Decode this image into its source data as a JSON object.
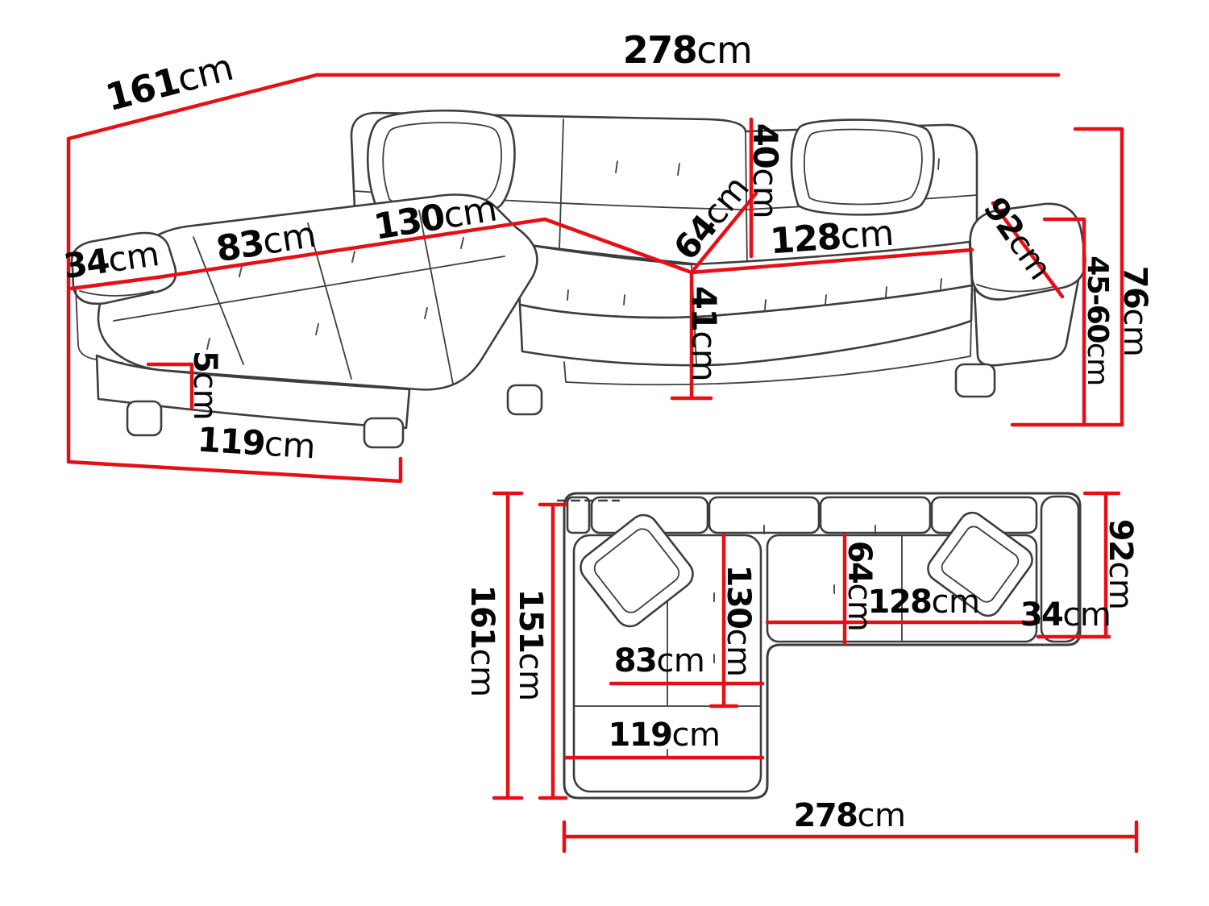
{
  "colors": {
    "dimension": "#e60f16",
    "outline": "#3d3d3d",
    "text": "#050505",
    "background": "#ffffff"
  },
  "perspective": {
    "total_width": {
      "num": "278",
      "unit": "cm"
    },
    "total_depth": {
      "num": "161",
      "unit": "cm"
    },
    "backrest_height": {
      "num": "40",
      "unit": "cm"
    },
    "seat_depth": {
      "num": "64",
      "unit": "cm"
    },
    "seat_width": {
      "num": "128",
      "unit": "cm"
    },
    "arm_side_depth": {
      "num": "92",
      "unit": "cm"
    },
    "total_height": {
      "num": "76",
      "unit": "cm"
    },
    "seat_height_range": {
      "num": "45-60",
      "unit": "cm"
    },
    "chaise_cushion_width": {
      "num": "83",
      "unit": "cm"
    },
    "chaise_length": {
      "num": "130",
      "unit": "cm"
    },
    "arm_width": {
      "num": "34",
      "unit": "cm"
    },
    "seat_height": {
      "num": "41",
      "unit": "cm"
    },
    "leg_height": {
      "num": "5",
      "unit": "cm"
    },
    "chaise_outer_width": {
      "num": "119",
      "unit": "cm"
    }
  },
  "plan": {
    "total_depth": {
      "num": "161",
      "unit": "cm"
    },
    "bed_depth": {
      "num": "151",
      "unit": "cm"
    },
    "chaise_length": {
      "num": "130",
      "unit": "cm"
    },
    "seat_depth": {
      "num": "64",
      "unit": "cm"
    },
    "seat_width": {
      "num": "128",
      "unit": "cm"
    },
    "arm_width": {
      "num": "34",
      "unit": "cm"
    },
    "side_depth": {
      "num": "92",
      "unit": "cm"
    },
    "chaise_cushion_width": {
      "num": "83",
      "unit": "cm"
    },
    "chaise_outer_width": {
      "num": "119",
      "unit": "cm"
    },
    "total_width": {
      "num": "278",
      "unit": "cm"
    }
  }
}
